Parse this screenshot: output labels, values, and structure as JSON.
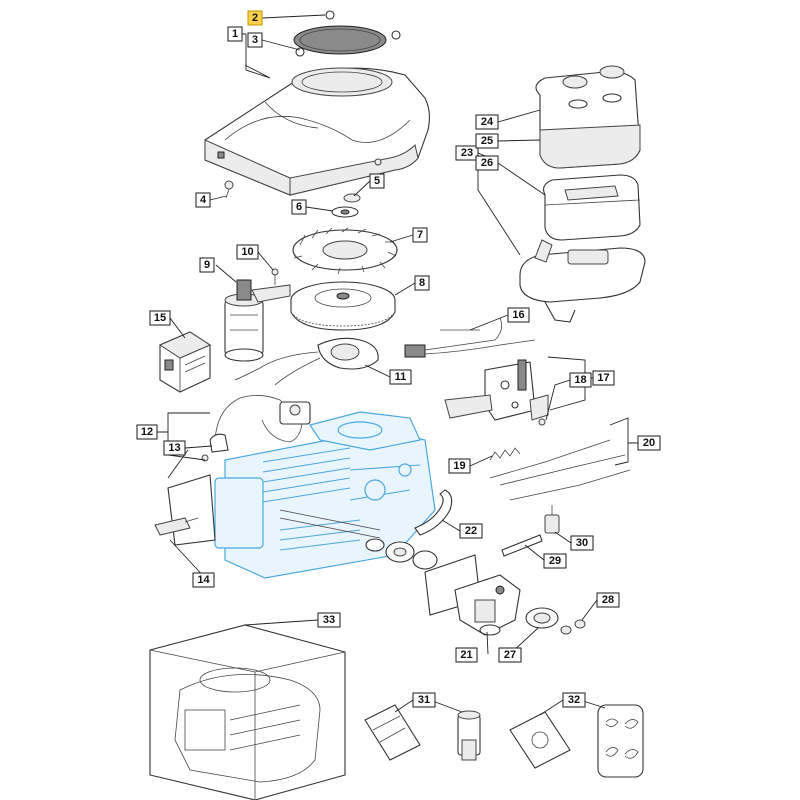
{
  "diagram": {
    "highlighted_callout": "2",
    "callouts": [
      "1",
      "2",
      "3",
      "4",
      "5",
      "6",
      "7",
      "8",
      "9",
      "10",
      "11",
      "12",
      "13",
      "14",
      "15",
      "16",
      "17",
      "18",
      "19",
      "20",
      "21",
      "22",
      "23",
      "24",
      "25",
      "26",
      "27",
      "28",
      "29",
      "30",
      "31",
      "32",
      "33"
    ]
  },
  "colors": {
    "highlight": "#ffd24a",
    "engine_block": "#4aa8e0",
    "line": "#222222"
  }
}
